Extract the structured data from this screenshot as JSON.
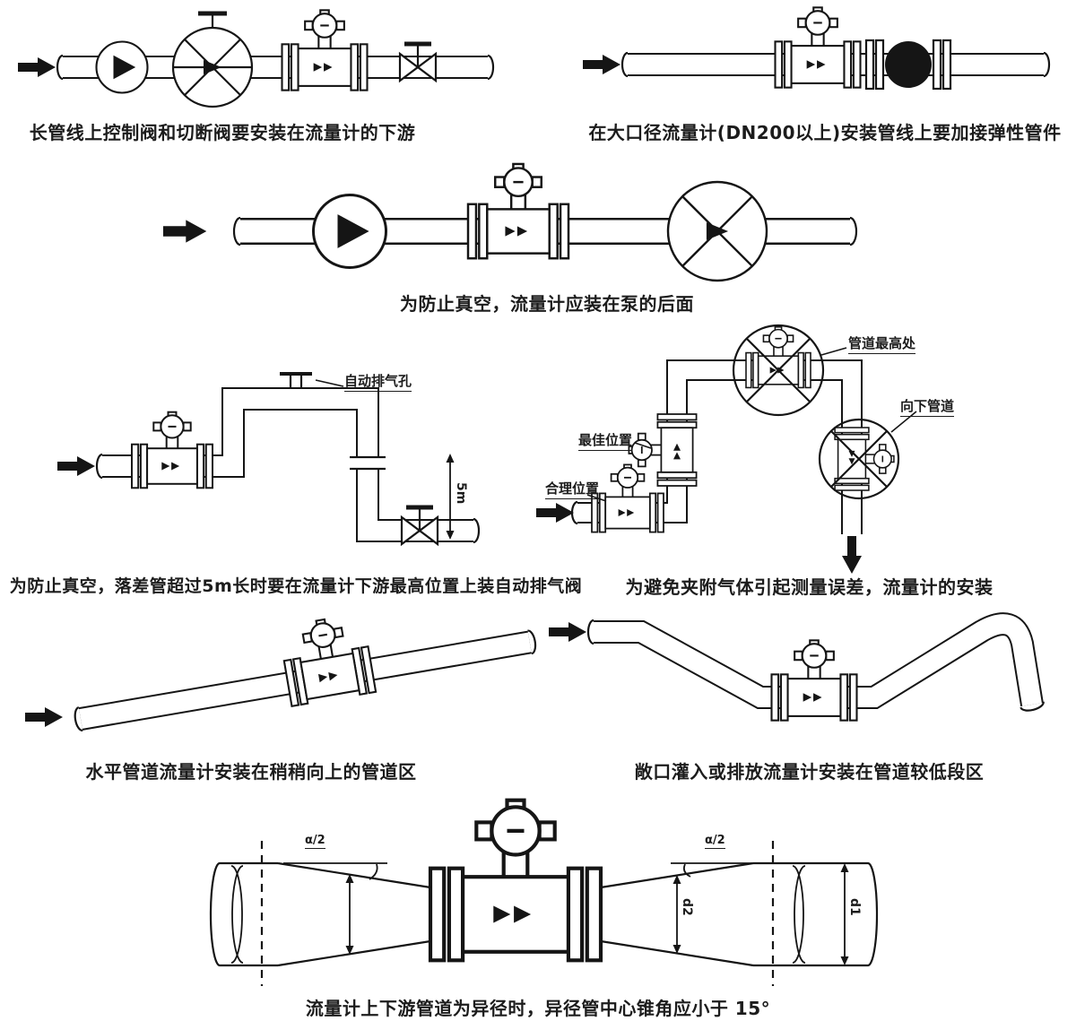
{
  "captions": {
    "c1": "长管线上控制阀和切断阀要安装在流量计的下游",
    "c2": "在大口径流量计(DN200以上)安装管线上要加接弹性管件",
    "c3": "为防止真空，流量计应装在泵的后面",
    "c4": "为防止真空，落差管超过5m长时要在流量计下游最高位置上装自动排气阀",
    "c5": "为避免夹附气体引起测量误差，流量计的安装",
    "c6": "水平管道流量计安装在稍稍向上的管道区",
    "c7": "敞口灌入或排放流量计安装在管道较低段区",
    "c8": "流量计上下游管道为异径时，异径管中心锥角应小于 15°"
  },
  "labels": {
    "vent": "自动排气孔",
    "drop_height": "5m",
    "pipe_highest": "管道最高处",
    "downward_pipe": "向下管道",
    "best_position": "最佳位置",
    "reasonable_position": "合理位置",
    "angle_left": "α/2",
    "angle_right": "α/2",
    "dim_d2": "d2",
    "dim_d1": "d1"
  },
  "colors": {
    "line": "#151515",
    "background": "#ffffff"
  }
}
